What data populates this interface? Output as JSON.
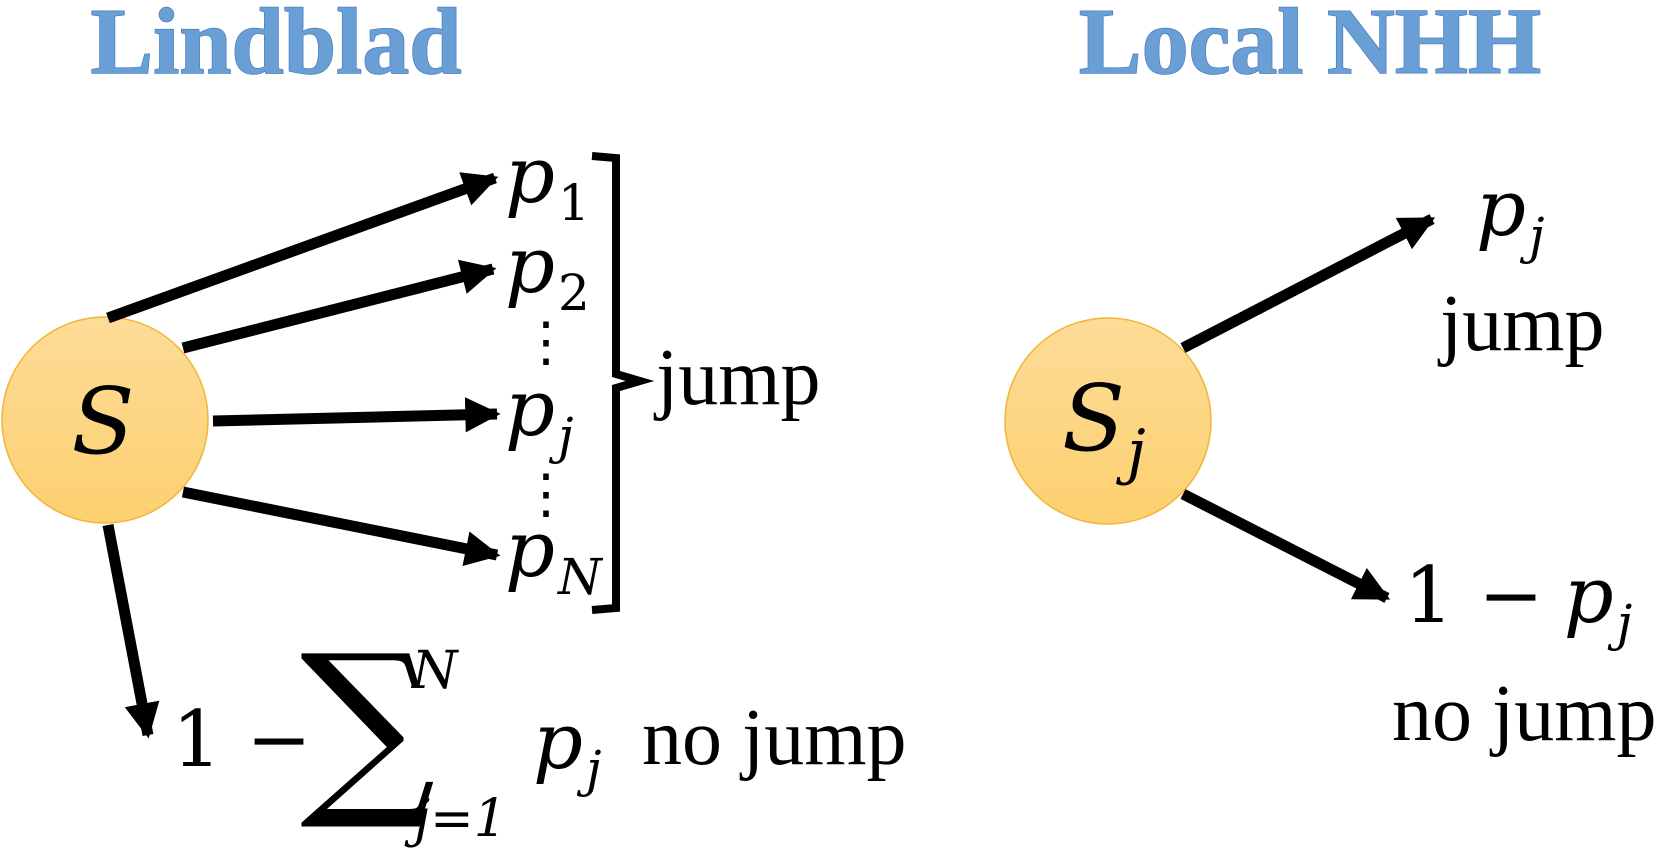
{
  "lindblad": {
    "title": "Lindblad",
    "node_label": "S",
    "branches": [
      {
        "base": "p",
        "sub": "1"
      },
      {
        "base": "p",
        "sub": "2"
      },
      {
        "base": "p",
        "sub": "j"
      },
      {
        "base": "p",
        "sub": "N"
      }
    ],
    "ellipsis": "⋮",
    "jump_label": "jump",
    "no_jump": {
      "prefix": "1 −",
      "sum_symbol": "∑",
      "sum_upper": "N",
      "sum_lower": "j=1",
      "term_base": "p",
      "term_sub": "j",
      "label": "no jump"
    }
  },
  "local_nhh": {
    "title": "Local NHH",
    "node_label_base": "S",
    "node_label_sub": "j",
    "jump": {
      "base": "p",
      "sub": "j",
      "label": "jump"
    },
    "no_jump": {
      "prefix": "1 −",
      "base": "p",
      "sub": "j",
      "label": "no jump"
    }
  },
  "colors": {
    "title": "#6a9fd6",
    "node_fill_top": "#fddc98",
    "node_fill_bottom": "#fdd070",
    "node_stroke": "#f1b73c",
    "arrow": "#000000"
  }
}
